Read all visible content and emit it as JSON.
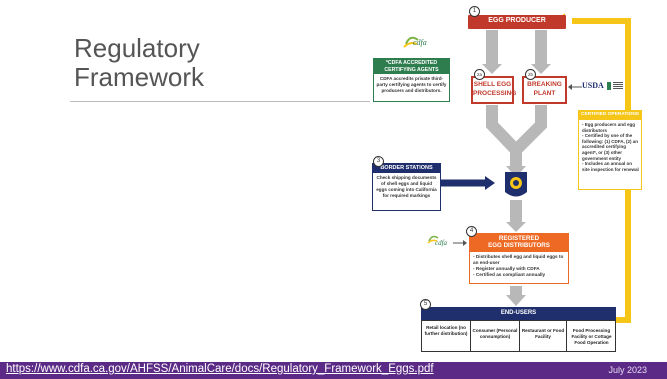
{
  "slide": {
    "title_line1": "Regulatory",
    "title_line2": "Framework",
    "footer_link": "https://www.cdfa.ca.gov/AHFSS/AnimalCare/docs/Regulatory_Framework_Eggs.pdf",
    "footer_date": "July 2023"
  },
  "diagram": {
    "egg_producer": {
      "number": "1",
      "label": "EGG PRODUCER"
    },
    "shell_egg": {
      "number": "2a",
      "label": "SHELL EGG PROCESSING"
    },
    "breaking": {
      "number": "2b",
      "label": "BREAKING PLANT"
    },
    "cdfa_logo_text": "cdfa",
    "usda_logo_text": "USDA",
    "agents": {
      "header": "*CDFA ACCREDITED CERTIFYING AGENTS",
      "body": "CDFA accredits private third-party certifying agents to certify producers and distributors."
    },
    "certified_ops": {
      "header": "CERTIFIED OPERATIONS",
      "items": [
        "Egg producers and egg distributors",
        "Certified by one of the following: (1) CDFA, (2) an accredited certifying agent*, or (3) other government entity",
        "Includes an annual on site inspection for renewal"
      ]
    },
    "border": {
      "number": "3",
      "header": "BORDER STATIONS",
      "body": "Check shipping documents of shell eggs and liquid eggs coming into California for required markings"
    },
    "distributors": {
      "number": "4",
      "header_line1": "REGISTERED",
      "header_line2": "EGG DISTRIBUTORS",
      "items": [
        "Distributes shell egg and liquid eggs to an end-user",
        "Register annually with CDFA",
        "Certified as compliant annually"
      ]
    },
    "end_users": {
      "number": "5",
      "header": "END-USERS",
      "cells": [
        "Retail location (no further distribution)",
        "Consumer (Personal consumption)",
        "Restaurant or Food Facility",
        "Food Processing Facility or Cottage Food Operation"
      ]
    },
    "colors": {
      "orange": "#ee6a24",
      "red_header": "#c0392b",
      "green": "#2e7d4f",
      "navy": "#1f2f6e",
      "yellow": "#f5c518",
      "gray_arrow": "#b8b8b8"
    }
  }
}
